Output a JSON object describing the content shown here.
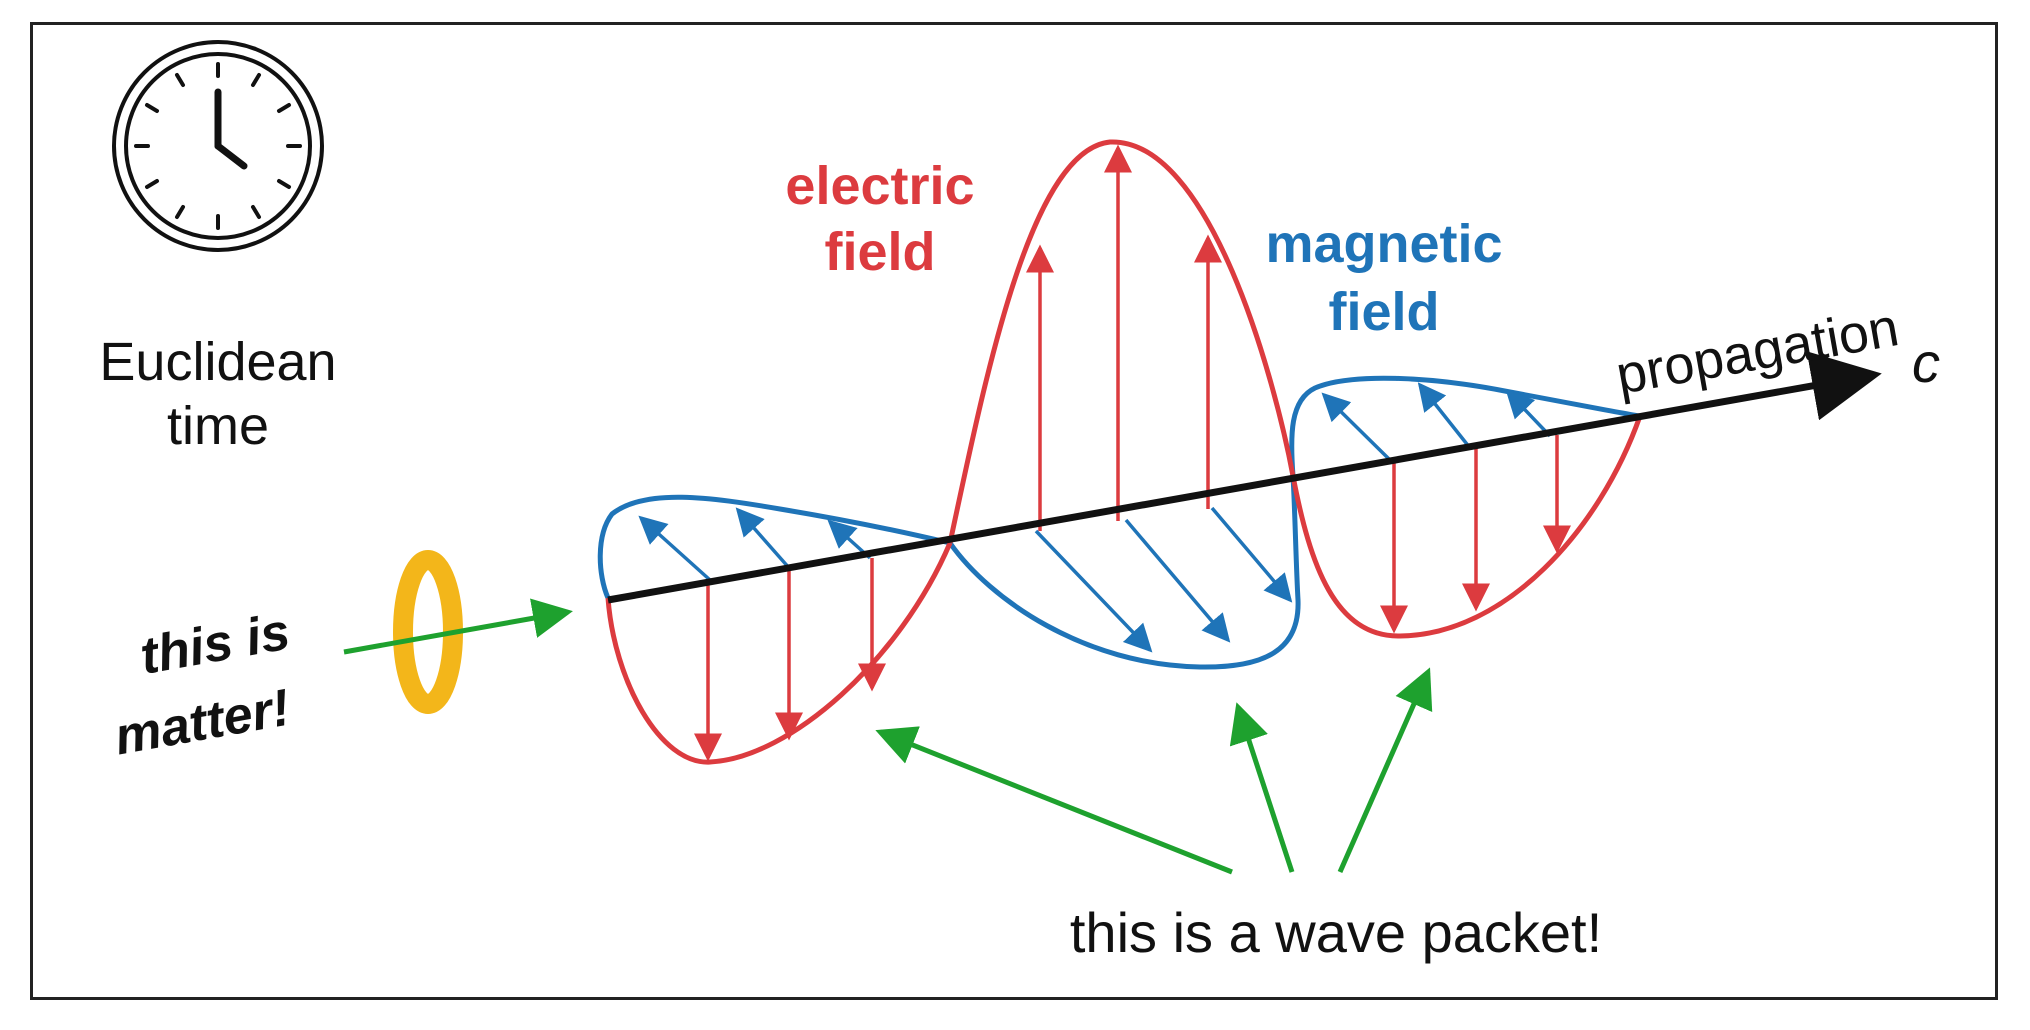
{
  "clock": {
    "icon": "clock-icon",
    "label_line1": "Euclidean",
    "label_line2": "time"
  },
  "labels": {
    "electric_line1": "electric",
    "electric_line2": "field",
    "magnetic_line1": "magnetic",
    "magnetic_line2": "field",
    "propagation": "propagation",
    "speed_symbol": "c",
    "matter_line1": "this is",
    "matter_line2": "matter!",
    "wave_packet": "this is a wave packet!"
  },
  "colors": {
    "electric": "#dc3b3f",
    "magnetic": "#1f74b8",
    "arrow_green": "#1ea12e",
    "matter_ring": "#f3b61a",
    "axis": "#111111"
  }
}
